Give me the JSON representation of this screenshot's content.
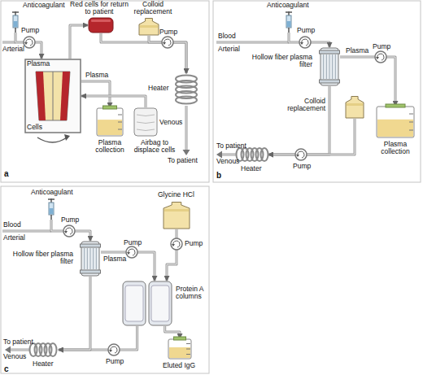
{
  "diagram": {
    "nodes": [
      {
        "text": [
          "Anticoagulant"
        ]
      },
      {
        "text": [
          "Red cells for return to patient"
        ]
      },
      {
        "text": [
          "Colloid replacement"
        ]
      },
      {
        "text": [
          "Plasma",
          "Cells"
        ]
      },
      {
        "text": [
          "Plasma collection"
        ]
      },
      {
        "text": [
          "Airbag to displace cells"
        ]
      },
      {
        "text": [
          "Heater"
        ]
      },
      {
        "text": [
          "Anticoagulant"
        ]
      },
      {
        "text": [
          "Hollow fiber plasma filter"
        ]
      },
      {
        "text": [
          "Colloid replacement"
        ]
      },
      {
        "text": [
          "Plasma collection"
        ]
      },
      {
        "text": [
          "Heater"
        ]
      },
      {
        "text": [
          "Anticoagulant"
        ]
      },
      {
        "text": [
          "Hollow fiber plasma filter"
        ]
      },
      {
        "text": [
          "Glycine HCl"
        ]
      },
      {
        "text": [
          "Protein A columns"
        ]
      },
      {
        "text": [
          "Eluted IgG"
        ]
      },
      {
        "text": [
          "Heater"
        ]
      }
    ],
    "edges": [
      {
        "from": 0,
        "to": 3,
        "arrow": "to"
      },
      {
        "from": 3,
        "to": 1,
        "arrow": "to"
      },
      {
        "from": 1,
        "to": 6,
        "arrow": "to"
      },
      {
        "from": 2,
        "to": 6,
        "arrow": "to"
      },
      {
        "from": 3,
        "to": 4,
        "label": "Plasma",
        "arrow": "to"
      },
      {
        "from": 5,
        "to": 3,
        "arrow": "to"
      },
      {
        "from": 7,
        "to": 8,
        "arrow": "to"
      },
      {
        "from": 8,
        "to": 10,
        "label": "Plasma",
        "arrow": "to"
      },
      {
        "from": 8,
        "to": 11,
        "arrow": "to"
      },
      {
        "from": 9,
        "to": 11,
        "arrow": "to"
      },
      {
        "from": 12,
        "to": 13,
        "arrow": "to"
      },
      {
        "from": 13,
        "to": 15,
        "label": "Plasma",
        "arrow": "to"
      },
      {
        "from": 14,
        "to": 15,
        "arrow": "to"
      },
      {
        "from": 15,
        "to": 16,
        "arrow": "to"
      },
      {
        "from": 15,
        "to": 17,
        "arrow": "to"
      },
      {
        "from": 13,
        "to": 17,
        "arrow": "to"
      }
    ],
    "labels": [
      "Pump",
      "Arterial",
      "Pump",
      "Venous",
      "To patient",
      "a",
      "Blood",
      "Arterial",
      "Pump",
      "Pump",
      "Pump",
      "To patient",
      "Venous",
      "b",
      "Blood",
      "Arterial",
      "Pump",
      "Pump",
      "Pump",
      "Pump",
      "To patient",
      "Venous",
      "c"
    ]
  }
}
